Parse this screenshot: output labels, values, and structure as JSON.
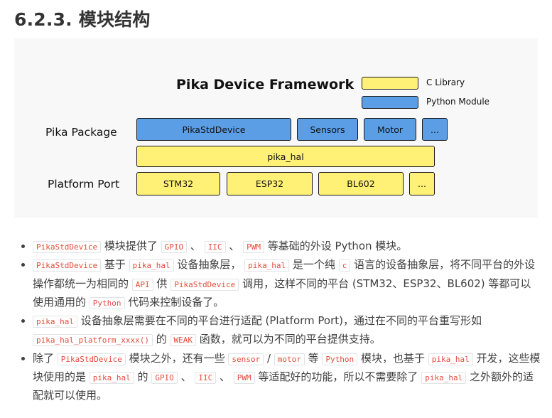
{
  "heading": "6.2.3. 模块结构",
  "figure": {
    "title": "Pika Device Framework",
    "legend": [
      {
        "label": "C Library",
        "color": "#fff176"
      },
      {
        "label": "Python Module",
        "color": "#5b9ee6"
      }
    ],
    "rows": {
      "package_label": "Pika Package",
      "platform_label": "Platform Port"
    },
    "package_modules": [
      "PikaStdDevice",
      "Sensors",
      "Motor",
      "..."
    ],
    "hal": "pika_hal",
    "platforms": [
      "STM32",
      "ESP32",
      "BL602",
      "..."
    ]
  },
  "notes": {
    "n1": {
      "c1": "PikaStdDevice",
      "t1": " 模块提供了 ",
      "c2": "GPIO",
      "t2": " 、 ",
      "c3": "IIC",
      "t3": " 、 ",
      "c4": "PWM",
      "t4": " 等基础的外设 Python 模块。"
    },
    "n2": {
      "c1": "PikaStdDevice",
      "t1": " 基于 ",
      "c2": "pika_hal",
      "t2": " 设备抽象层， ",
      "c3": "pika_hal",
      "t3": " 是一个纯 ",
      "c4": "c",
      "t4": " 语言的设备抽象层，将不同平台的外设操作都统一为相同的 ",
      "c5": "API",
      "t5": " 供 ",
      "c6": "PikaStdDevice",
      "t6": " 调用，这样不同的平台 (STM32、ESP32、BL602) 等都可以使用通用的 ",
      "c7": "Python",
      "t7": " 代码来控制设备了。"
    },
    "n3": {
      "c1": "pika_hal",
      "t1": " 设备抽象层需要在不同的平台进行适配 (Platform Port)，通过在不同的平台重写形如 ",
      "c2": "pika_hal_platform_xxxx()",
      "t2": " 的 ",
      "c3": "WEAK",
      "t3": " 函数，就可以为不同的平台提供支持。"
    },
    "n4": {
      "t0": "除了 ",
      "c1": "PikaStdDevice",
      "t1": " 模块之外，还有一些 ",
      "c2": "sensor",
      "t2": " / ",
      "c3": "motor",
      "t3": " 等 ",
      "c4": "Python",
      "t4": " 模块，也基于 ",
      "c5": "pika_hal",
      "t5": " 开发，这些模块使用的是 ",
      "c6": "pika_hal",
      "t6": " 的 ",
      "c7": "GPIO",
      "t7": " 、 ",
      "c8": "IIC",
      "t8": " 、 ",
      "c9": "PWM",
      "t9": " 等适配好的功能，所以不需要除了 ",
      "c10": "pika_hal",
      "t10": " 之外额外的适配就可以使用。"
    }
  }
}
